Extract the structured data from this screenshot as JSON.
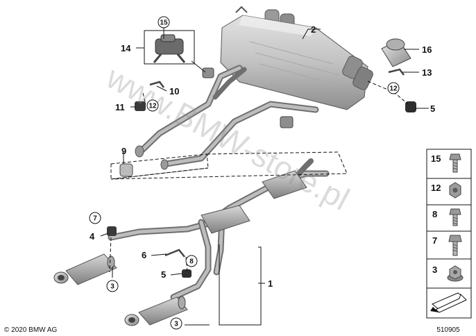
{
  "diagram": {
    "watermark": "www.BMW-store.pl",
    "copyright": "© 2020 BMW AG",
    "diagram_number": "510905",
    "callouts": [
      "1",
      "2",
      "3",
      "4",
      "5",
      "6",
      "7",
      "8",
      "9",
      "10",
      "11",
      "12",
      "13",
      "14",
      "15",
      "16"
    ],
    "legend": [
      "15",
      "12",
      "8",
      "7",
      "3"
    ]
  }
}
